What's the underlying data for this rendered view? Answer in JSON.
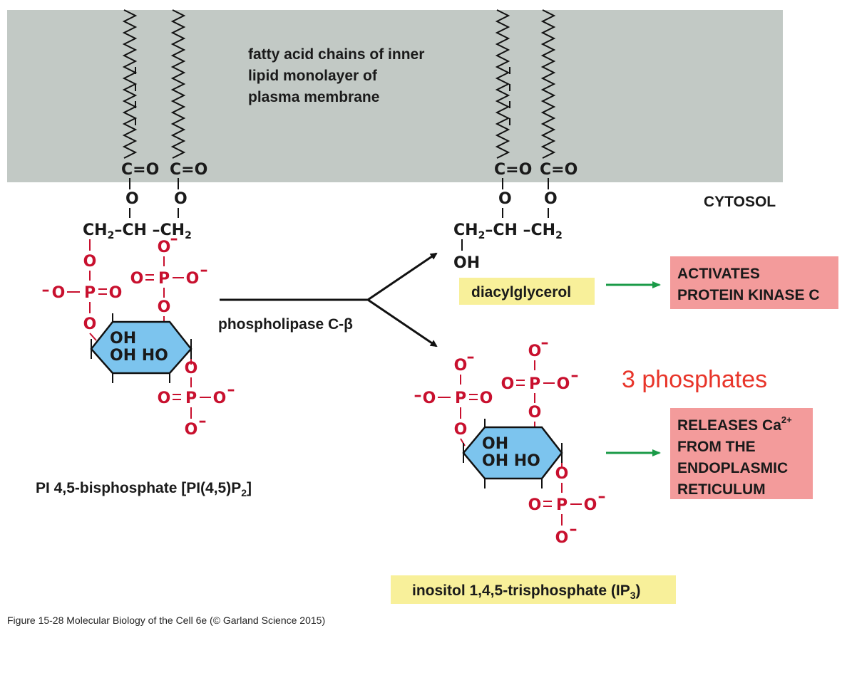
{
  "membrane": {
    "label_lines": [
      "fatty acid chains of inner",
      "lipid monolayer of",
      "plasma membrane"
    ],
    "color": "#c2c9c5"
  },
  "cytosol_label": "CYTOSOL",
  "enzyme_label": "phospholipase C-β",
  "left_molecule": {
    "co": "C=O",
    "o": "O",
    "backbone": [
      "CH",
      "2",
      "–CH –CH",
      "2"
    ],
    "oh1": "OH",
    "oh2": "OH HO",
    "name_parts": [
      "PI 4,5-bisphosphate [PI(4,5)P",
      "2",
      "]"
    ]
  },
  "dag": {
    "backbone": [
      "CH",
      "2",
      "–CH –CH",
      "2"
    ],
    "oh": "OH",
    "name": "diacylglycerol"
  },
  "ip3": {
    "oh1": "OH",
    "oh2": "OH HO",
    "name_parts": [
      "inositol 1,4,5-trisphosphate (IP",
      "3",
      ")"
    ]
  },
  "phosphate": {
    "o": "O",
    "p": "P",
    "minus": "–"
  },
  "effects": {
    "pkc": [
      "ACTIVATES",
      "PROTEIN KINASE C"
    ],
    "ca": [
      "RELEASES Ca",
      "2+",
      "FROM THE",
      "ENDOPLASMIC",
      "RETICULUM"
    ]
  },
  "annotation": "3 phosphates",
  "caption": "Figure 15-28 Molecular Biology of the Cell 6e (© Garland Science 2015)",
  "colors": {
    "phosphate": "#c8102e",
    "ring_fill": "#7cc4ee",
    "highlight_yellow": "#f8f09a",
    "effect_box": "#f39b9b",
    "arrow_green": "#1a9a47"
  }
}
